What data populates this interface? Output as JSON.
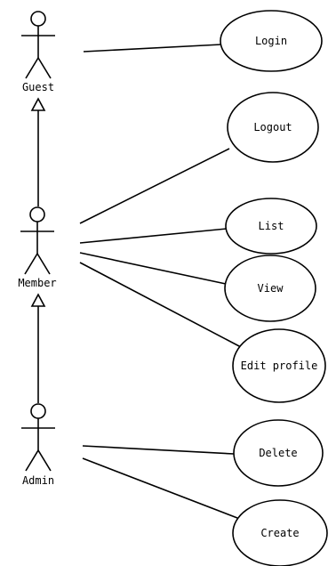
{
  "diagram": {
    "actors": {
      "guest": "Guest",
      "member": "Member",
      "admin": "Admin"
    },
    "use_cases": {
      "login": "Login",
      "logout": "Logout",
      "list": "List",
      "view": "View",
      "edit_profile": "Edit profile",
      "delete": "Delete",
      "create": "Create"
    }
  }
}
